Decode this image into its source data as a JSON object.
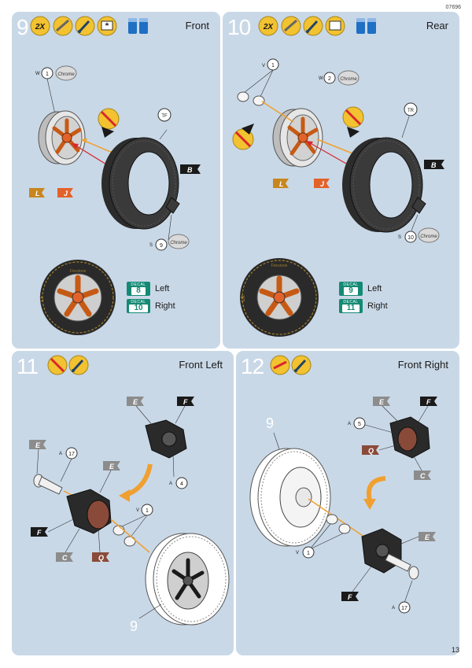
{
  "doc_id": "07696",
  "page_number": "13",
  "steps": [
    {
      "number": "9",
      "title": "Front",
      "multiplier": "2X",
      "parts": {
        "wheel": "W",
        "wheel_qty": "1",
        "tyre": "TF",
        "cap": "S",
        "cap_qty": "9"
      },
      "finish": "Chrome",
      "paints": [
        "L",
        "J",
        "B"
      ],
      "tyre_mark": "LF",
      "tyre_brand": "Firestone",
      "decals": [
        {
          "label": "DECAL",
          "number": "8",
          "side": "Left"
        },
        {
          "label": "DECAL",
          "number": "10",
          "side": "Right"
        }
      ]
    },
    {
      "number": "10",
      "title": "Rear",
      "multiplier": "2X",
      "parts": {
        "spacer": "V",
        "spacer_qty": "1",
        "wheel": "W",
        "wheel_qty": "2",
        "tyre": "TR",
        "cap": "S",
        "cap_qty": "10"
      },
      "finish": "Chrome",
      "paints": [
        "L",
        "J",
        "B"
      ],
      "tyre_mark": "LR",
      "tyre_brand": "Firestone",
      "decals": [
        {
          "label": "DECAL",
          "number": "9",
          "side": "Left"
        },
        {
          "label": "DECAL",
          "number": "11",
          "side": "Right"
        }
      ]
    },
    {
      "number": "11",
      "title": "Front Left",
      "parts": {
        "axle": "A",
        "axle_qty": "17",
        "hub": "A",
        "hub_qty": "4",
        "spacer": "V",
        "spacer_qty": "1",
        "wheel_ref": "9"
      },
      "paints": [
        "E",
        "F",
        "E",
        "F",
        "C",
        "Q"
      ]
    },
    {
      "number": "12",
      "title": "Front Right",
      "parts": {
        "hub": "A",
        "hub_qty": "5",
        "spacer": "V",
        "spacer_qty": "1",
        "axle": "A",
        "axle_qty": "17",
        "wheel_ref": "9"
      },
      "paints": [
        "E",
        "F",
        "Q",
        "C",
        "E",
        "F"
      ]
    }
  ],
  "colors": {
    "panel": "#c9d8e7",
    "paint_L": "#c8861f",
    "paint_J": "#e2622a",
    "paint_black": "#1a1a1a",
    "paint_grey": "#8c8c8c",
    "paint_Q": "#8a4a3a",
    "decal": "#148a74",
    "arrow": "#f0a030"
  }
}
